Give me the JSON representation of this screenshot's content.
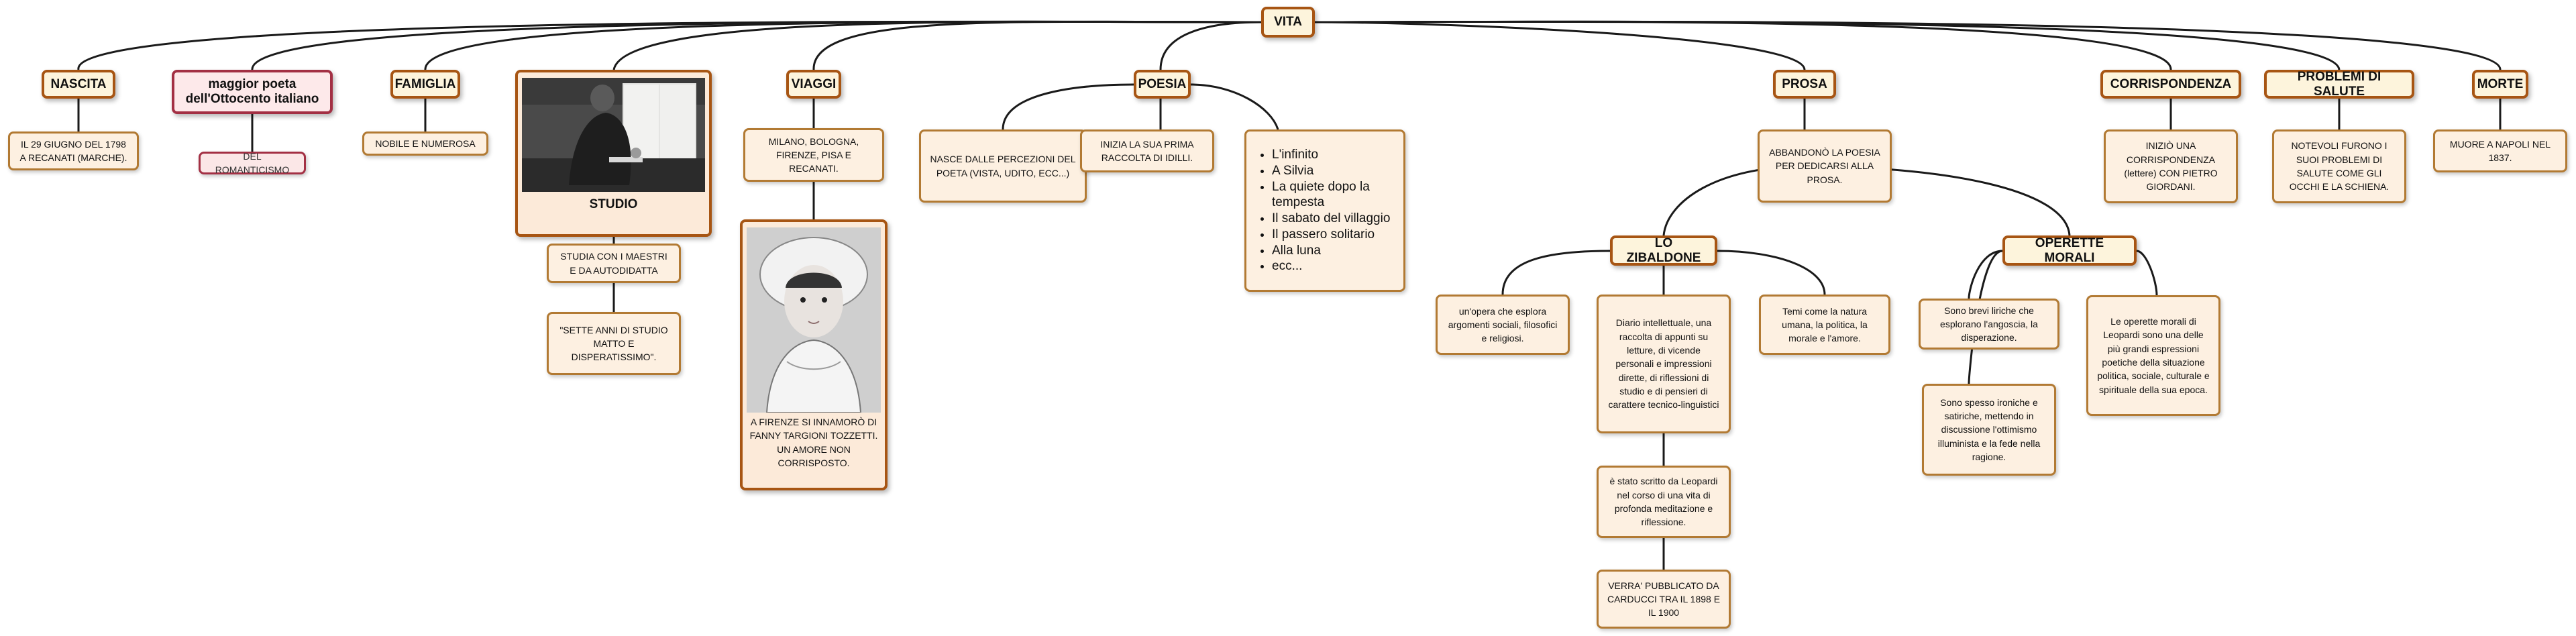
{
  "root": {
    "label": "VITA"
  },
  "nascita": {
    "label": "NASCITA",
    "detail": "IL 29 GIUGNO DEL 1798 A RECANATI (MARCHE)."
  },
  "poeta": {
    "label": "maggior poeta dell'Ottocento italiano",
    "detail": "DEL ROMANTICISMO"
  },
  "famiglia": {
    "label": "FAMIGLIA",
    "detail": "NOBILE E NUMEROSA"
  },
  "studio": {
    "label": "STUDIO",
    "detail1": "STUDIA CON I MAESTRI E DA AUTODIDATTA",
    "detail2": "\"SETTE ANNI DI STUDIO MATTO E DISPERATISSIMO\"."
  },
  "viaggi": {
    "label": "VIAGGI",
    "detail1": "MILANO, BOLOGNA, FIRENZE, PISA E RECANATI.",
    "detail2": "A FIRENZE SI INNAMORÒ DI FANNY TARGIONI TOZZETTI. UN AMORE NON CORRISPOSTO."
  },
  "poesia": {
    "label": "POESIA",
    "detail1": "NASCE DALLE PERCEZIONI DEL POETA (VISTA, UDITO, ECC...)",
    "detail2": "INIZIA LA SUA PRIMA RACCOLTA DI IDILLI.",
    "idilli": [
      "L'infinito",
      "A Silvia",
      "La quiete dopo la tempesta",
      " Il sabato del villaggio",
      "Il passero solitario",
      "Alla luna",
      "ecc..."
    ]
  },
  "prosa": {
    "label": "PROSA",
    "detail": "ABBANDONÒ LA POESIA PER DEDICARSI ALLA PROSA."
  },
  "zibaldone": {
    "label": "LO ZIBALDONE",
    "d1": "un'opera che esplora argomenti sociali, filosofici e religiosi.",
    "d2": "Diario intellettuale, una raccolta di appunti su letture, di vicende personali e impressioni dirette, di riflessioni di studio e di pensieri di carattere tecnico-linguistici",
    "d3": "Temi come la natura umana, la politica, la morale e l'amore.",
    "d4": "è stato scritto da Leopardi nel corso di una vita di profonda meditazione e riflessione.",
    "d5": "VERRA' PUBBLICATO DA CARDUCCI TRA IL 1898 E IL 1900"
  },
  "operette": {
    "label": "OPERETTE MORALI",
    "d1": "Sono brevi liriche che esplorano l'angoscia, la disperazione.",
    "d2": "Sono spesso ironiche e satiriche, mettendo in discussione l'ottimismo illuminista e la fede nella ragione.",
    "d3": "Le operette morali di Leopardi sono una delle più grandi espressioni poetiche della situazione politica, sociale, culturale e spirituale della sua epoca."
  },
  "corrispondenza": {
    "label": "CORRISPONDENZA",
    "detail": "INIZIÒ UNA CORRISPONDENZA (lettere) CON PIETRO GIORDANI."
  },
  "salute": {
    "label": "PROBLEMI DI SALUTE",
    "detail": "NOTEVOLI FURONO I SUOI PROBLEMI DI SALUTE COME GLI OCCHI E LA SCHIENA."
  },
  "morte": {
    "label": "MORTE",
    "detail": "MUORE A NAPOLI NEL 1837."
  },
  "colors": {
    "main_border": "#a75513",
    "main_fill": "#fdf4dc",
    "sub_border": "#b27a33",
    "sub_fill": "#fdf0e1",
    "red_border": "#a33044",
    "red_fill": "#fde9ea",
    "line": "#1a1a1a"
  }
}
